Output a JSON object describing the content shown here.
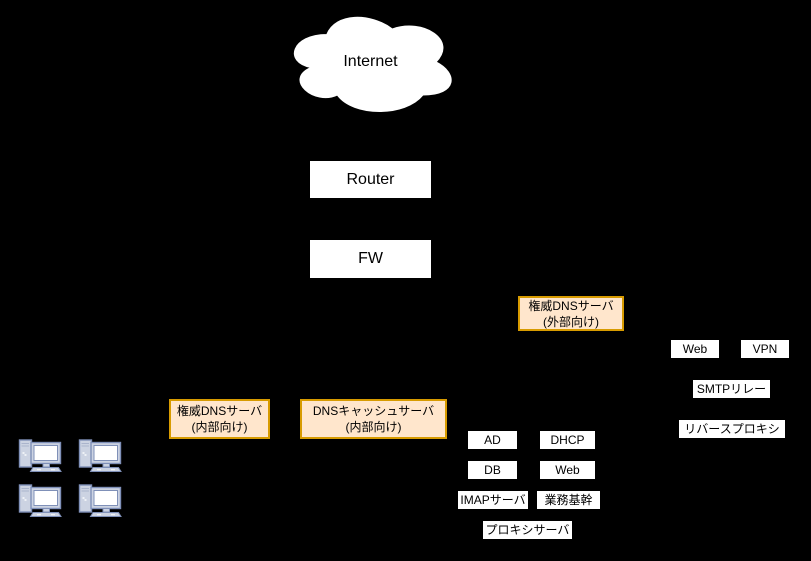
{
  "colors": {
    "background": "#000000",
    "node_fill": "#ffffff",
    "node_text": "#000000",
    "dns_node_fill": "#ffe6cc",
    "dns_node_border": "#d79b00",
    "pc_outline": "#7f90b8",
    "pc_body": "#ccd3e2",
    "pc_screen": "#ffffff"
  },
  "diagram": {
    "internet": {
      "label": "Internet",
      "icon": "cloud-icon"
    },
    "router": {
      "label": "Router"
    },
    "firewall": {
      "label": "FW"
    },
    "external_dns": {
      "line1": "権威DNSサーバ",
      "line2": "(外部向け)"
    },
    "dmz": {
      "web": {
        "label": "Web"
      },
      "vpn": {
        "label": "VPN"
      },
      "smtp_relay": {
        "label": "SMTPリレー"
      },
      "reverse_proxy": {
        "label": "リバースプロキシ"
      }
    },
    "internal_dns": {
      "authoritative": {
        "line1": "権威DNSサーバ",
        "line2": "(内部向け)"
      },
      "cache": {
        "line1": "DNSキャッシュサーバ",
        "line2": "(内部向け)"
      }
    },
    "lan": {
      "ad": {
        "label": "AD"
      },
      "dhcp": {
        "label": "DHCP"
      },
      "db": {
        "label": "DB"
      },
      "web": {
        "label": "Web"
      },
      "imap": {
        "label": "IMAPサーバ"
      },
      "core_business": {
        "label": "業務基幹"
      },
      "proxy": {
        "label": "プロキシサーバ"
      }
    },
    "clients": {
      "icon": "desktop-pc-icon",
      "count": 4
    }
  }
}
